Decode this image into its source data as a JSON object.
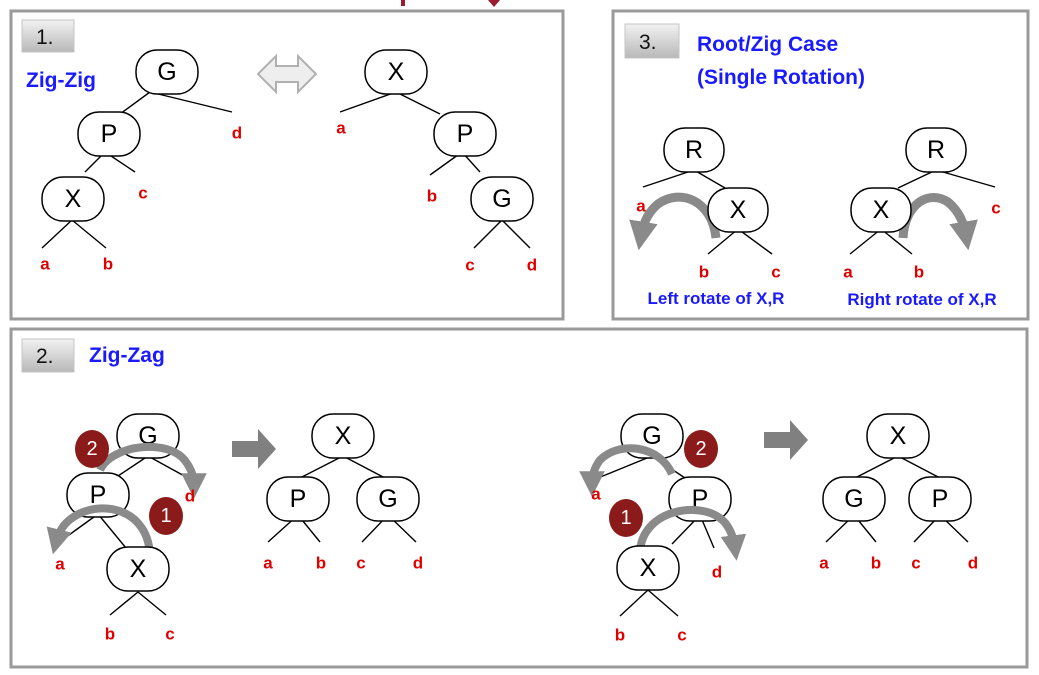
{
  "colors": {
    "title": "#1a1aff",
    "leaf": "#e00000",
    "badge": "#8b1a1a",
    "arrow": "#8a8a8a",
    "panel_border": "#9a9a9a",
    "banner": "#9b1b30"
  },
  "panel_zigzig": {
    "number": "1.",
    "title": "Zig-Zig",
    "swap_icon": "double-arrow-icon",
    "before": {
      "nodes": [
        "G",
        "P",
        "X"
      ],
      "leaves": [
        "d",
        "c",
        "a",
        "b"
      ]
    },
    "after": {
      "nodes": [
        "X",
        "P",
        "G"
      ],
      "leaves": [
        "a",
        "b",
        "c",
        "d"
      ]
    }
  },
  "panel_rootzig": {
    "number": "3.",
    "title_line1": "Root/Zig Case",
    "title_line2": "(Single Rotation)",
    "left": {
      "nodes": [
        "R",
        "X"
      ],
      "leaves": [
        "a",
        "b",
        "c"
      ],
      "caption": "Left rotate of X,R"
    },
    "right": {
      "nodes": [
        "R",
        "X"
      ],
      "leaves": [
        "c",
        "a",
        "b"
      ],
      "caption": "Right rotate of X,R"
    }
  },
  "panel_zigzag": {
    "number": "2.",
    "title": "Zig-Zag",
    "left_before": {
      "nodes": [
        "G",
        "P",
        "X"
      ],
      "leaves": [
        "d",
        "a",
        "b",
        "c"
      ],
      "steps": [
        "2",
        "1"
      ]
    },
    "left_after": {
      "nodes": [
        "X",
        "P",
        "G"
      ],
      "leaves": [
        "a",
        "b",
        "c",
        "d"
      ]
    },
    "right_before": {
      "nodes": [
        "G",
        "P",
        "X"
      ],
      "leaves": [
        "a",
        "d",
        "b",
        "c"
      ],
      "steps": [
        "2",
        "1"
      ]
    },
    "right_after": {
      "nodes": [
        "X",
        "G",
        "P"
      ],
      "leaves": [
        "a",
        "b",
        "c",
        "d"
      ]
    },
    "arrow_icon": "right-arrow-icon"
  }
}
